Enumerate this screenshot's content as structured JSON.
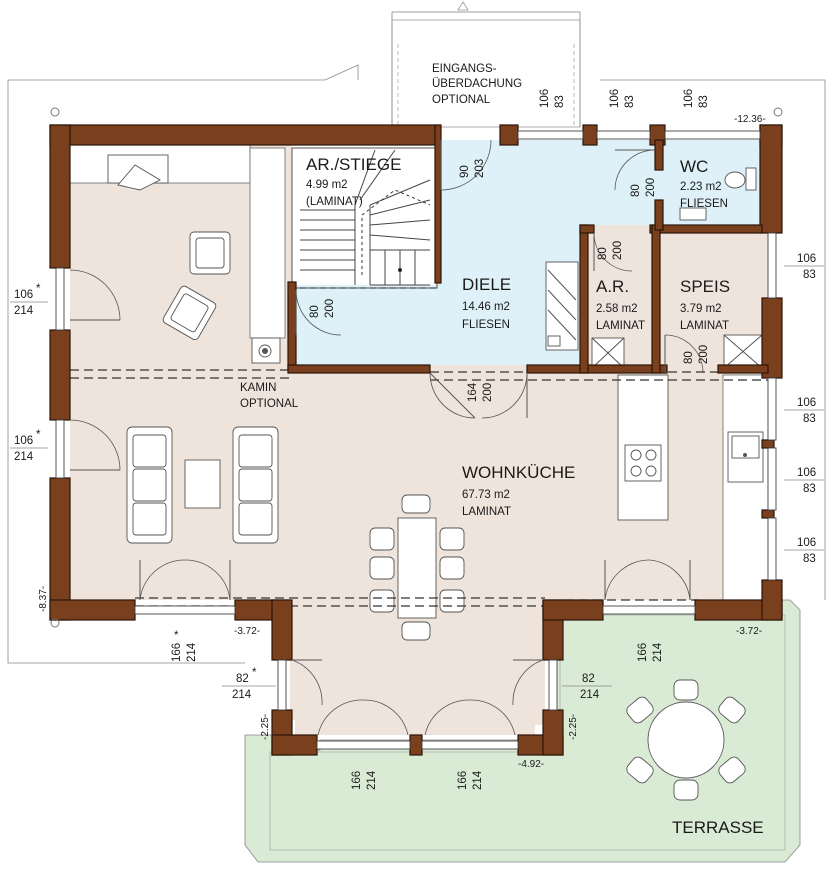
{
  "rooms": {
    "stair": {
      "name": "AR./STIEGE",
      "area": "4.99 m2",
      "floor": "(LAMINAT)"
    },
    "diele": {
      "name": "DIELE",
      "area": "14.46 m2",
      "floor": "FLIESEN"
    },
    "wc": {
      "name": "WC",
      "area": "2.23 m2",
      "floor": "FLIESEN"
    },
    "ar": {
      "name": "A.R.",
      "area": "2.58 m2",
      "floor": "LAMINAT"
    },
    "speis": {
      "name": "SPEIS",
      "area": "3.79 m2",
      "floor": "LAMINAT"
    },
    "wohn": {
      "name": "WOHNKÜCHE",
      "area": "67.73 m2",
      "floor": "LAMINAT"
    },
    "terrasse": {
      "name": "TERRASSE"
    }
  },
  "annotations": {
    "canopy_1": "EINGANGS-",
    "canopy_2": "ÜBERDACHUNG",
    "canopy_3": "OPTIONAL",
    "kamin_1": "KAMIN",
    "kamin_2": "OPTIONAL"
  },
  "levels": {
    "l_1236": "-12.36-",
    "l_837": "-8.37-",
    "l_372a": "-3.72-",
    "l_372b": "-3.72-",
    "l_225a": "-2.25-",
    "l_225b": "-2.25-",
    "l_492": "-4.92-"
  },
  "openings": {
    "top_a": [
      "106",
      "83"
    ],
    "top_b": [
      "106",
      "83"
    ],
    "top_c": [
      "106",
      "83"
    ],
    "entry_door": [
      "90",
      "203"
    ],
    "wc_door": [
      "80",
      "200"
    ],
    "ar_door": [
      "80",
      "200"
    ],
    "stair_door": [
      "80",
      "200"
    ],
    "speis_door": [
      "80",
      "200"
    ],
    "wohn_door": [
      "164",
      "200"
    ],
    "left_upper": [
      "106",
      "214"
    ],
    "left_lower": [
      "106",
      "214"
    ],
    "right_1": [
      "106",
      "83"
    ],
    "right_2": [
      "106",
      "83"
    ],
    "right_3": [
      "106",
      "83"
    ],
    "right_4": [
      "106",
      "83"
    ],
    "bottom_left": [
      "166",
      "214"
    ],
    "bottom_right": [
      "166",
      "214"
    ],
    "bay_left": [
      "82",
      "214"
    ],
    "bay_right": [
      "82",
      "214"
    ],
    "bay_front_left": [
      "166",
      "214"
    ],
    "bay_front_right": [
      "166",
      "214"
    ]
  },
  "marks": {
    "star_left_upper": "*",
    "star_left_lower": "*",
    "star_bottom_left": "*",
    "star_bay_left": "*"
  },
  "colors": {
    "wall": "#7a3f1d",
    "tile": "#dff1f8",
    "laminate": "#efe4dc",
    "terrace": "#d9ead5"
  }
}
